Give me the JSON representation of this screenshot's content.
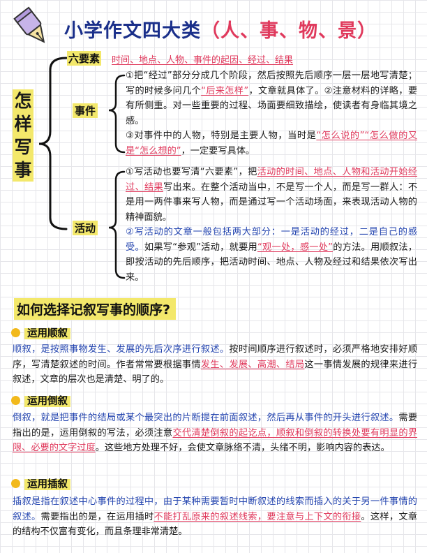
{
  "header": {
    "title_main": "小学作文四大类",
    "title_sub": "（人、事、物、景）"
  },
  "mindmap": {
    "root": "怎样写事",
    "six": {
      "label": "六要素",
      "text": "时间、地点、人物、事件的起因、经过、结果"
    },
    "event": {
      "label": "事件",
      "p1_a": "①把“经过”部分分成几个阶段，然后按照先后顺序一层一层地写清楚；写的时候多问几个",
      "p1_b": "“后来怎样”",
      "p1_c": "，文章就具体了。②注意材料的详略，要有所侧重。对一些重要的过程、场面要细致描绘，使读者有身临其境之感。",
      "p2_a": "③对事件中的人物，特别是主要人物，当时是",
      "p2_b": "“怎么说的”“怎么做的又是“怎么想的”",
      "p2_c": "，一定要写具体。"
    },
    "activity": {
      "label": "活动",
      "p1_a": "①写活动也要写清“六要素”，把",
      "p1_b": "活动的时间、地点、人物和活动开始经过、结果",
      "p1_c": "写出来。在整个活动当中，不是写一个人，而是写一群人：不是用一两件事来写人物，而是通过写一个活动场面，来表现活动人物的精神面貌。",
      "p2_a": "②写活动的文章一般包括两大部分：一是活动的经过，二是自己的感受。",
      "p2_b": "如果写“参观”活动，就要用",
      "p2_c": "“观一处，感一处”",
      "p2_d": "的方法。用顺叙法，即按活动的先后顺序，把活动时间、地点、人物及经过和结果依次写出来。"
    }
  },
  "order": {
    "heading": "如何选择记叙写事的顺序?",
    "items": [
      {
        "label": "运用顺叙",
        "a": "顺叙，是按照事物发生、发展的先后次序进行叙述。",
        "b": "按时间顺序进行叙述时，必须严格地安排好顺序，写清楚叙述的时间。作者常常要根据事情",
        "c": "发生、发展、高潮、结局",
        "d": "这一事情发展的规律来进行叙述，文章的层次也是清楚、明了的。"
      },
      {
        "label": "运用倒叙",
        "a": "倒叙，就是把事件的结局或某个最突出的片断提在前面叙述，然后再从事件的开头进行叙述。",
        "b": "需要指出的是，运用倒叙的写法，必须注意",
        "c": "交代清楚倒叙的起讫点，顺叙和倒叙的转换处要有明显的界限、必要的文字过度",
        "d": "。这些地方处理不好，会使文章脉络不清，头绪不明，影响内容的表达。"
      },
      {
        "label": "运用插叙",
        "a": "插叙是指在叙述中心事件的过程中，由于某种需要暂时中断叙述的线索而插入的关于另一件事情的叙述。",
        "b": "需要指出的是，在运用插时",
        "c": "不能打乱原来的叙述线索，要注意与上下文的衔接",
        "d": "。这样，文章的结构不仅富有变化，而且条理非常清楚。"
      }
    ]
  }
}
